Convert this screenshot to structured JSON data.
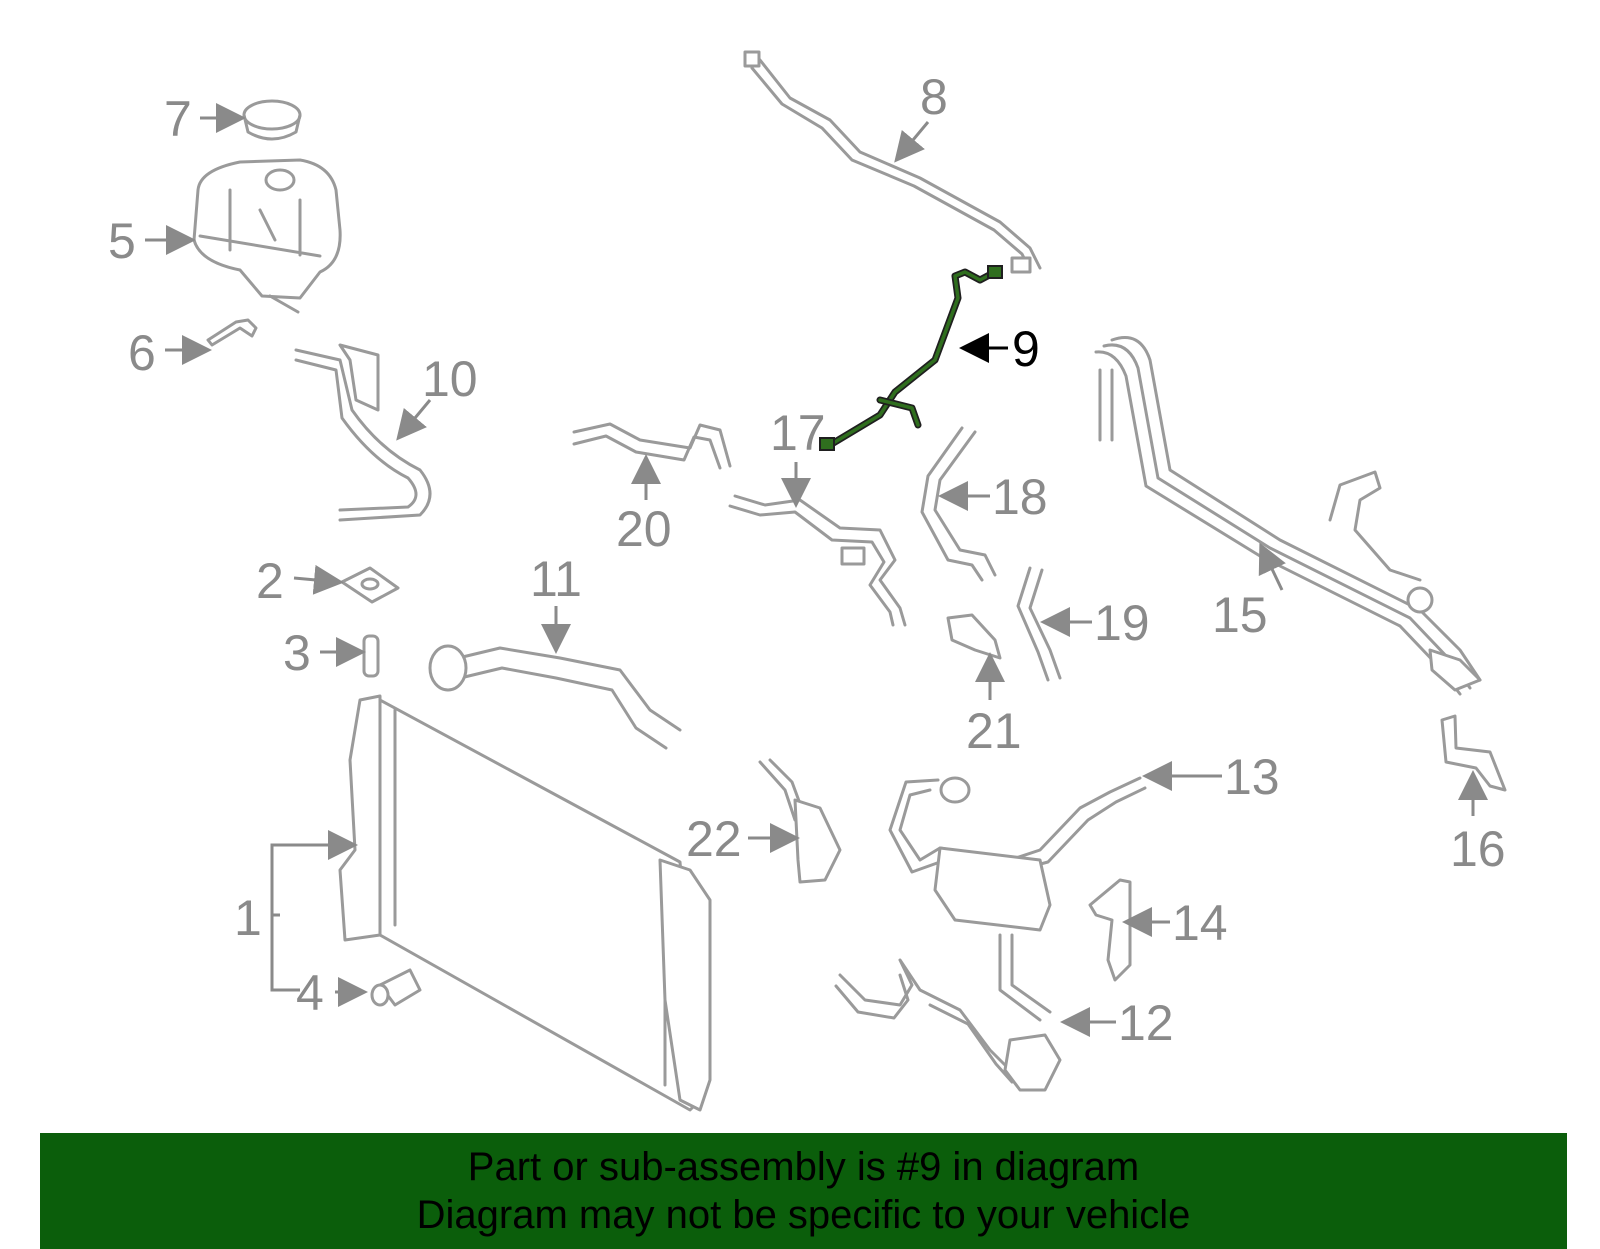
{
  "diagram": {
    "callouts": [
      {
        "id": "1",
        "label": "1"
      },
      {
        "id": "2",
        "label": "2"
      },
      {
        "id": "3",
        "label": "3"
      },
      {
        "id": "4",
        "label": "4"
      },
      {
        "id": "5",
        "label": "5"
      },
      {
        "id": "6",
        "label": "6"
      },
      {
        "id": "7",
        "label": "7"
      },
      {
        "id": "8",
        "label": "8"
      },
      {
        "id": "9",
        "label": "9",
        "highlighted": true
      },
      {
        "id": "10",
        "label": "10"
      },
      {
        "id": "11",
        "label": "11"
      },
      {
        "id": "12",
        "label": "12"
      },
      {
        "id": "13",
        "label": "13"
      },
      {
        "id": "14",
        "label": "14"
      },
      {
        "id": "15",
        "label": "15"
      },
      {
        "id": "16",
        "label": "16"
      },
      {
        "id": "17",
        "label": "17"
      },
      {
        "id": "18",
        "label": "18"
      },
      {
        "id": "19",
        "label": "19"
      },
      {
        "id": "20",
        "label": "20"
      },
      {
        "id": "21",
        "label": "21"
      },
      {
        "id": "22",
        "label": "22"
      }
    ],
    "colors": {
      "parts": "#9a9a9a",
      "highlight": "#2f6e1e",
      "banner": "#0b5e0b"
    }
  },
  "banner": {
    "line1": "Part or sub-assembly is #9 in diagram",
    "line2": "Diagram may not be specific to your vehicle"
  }
}
